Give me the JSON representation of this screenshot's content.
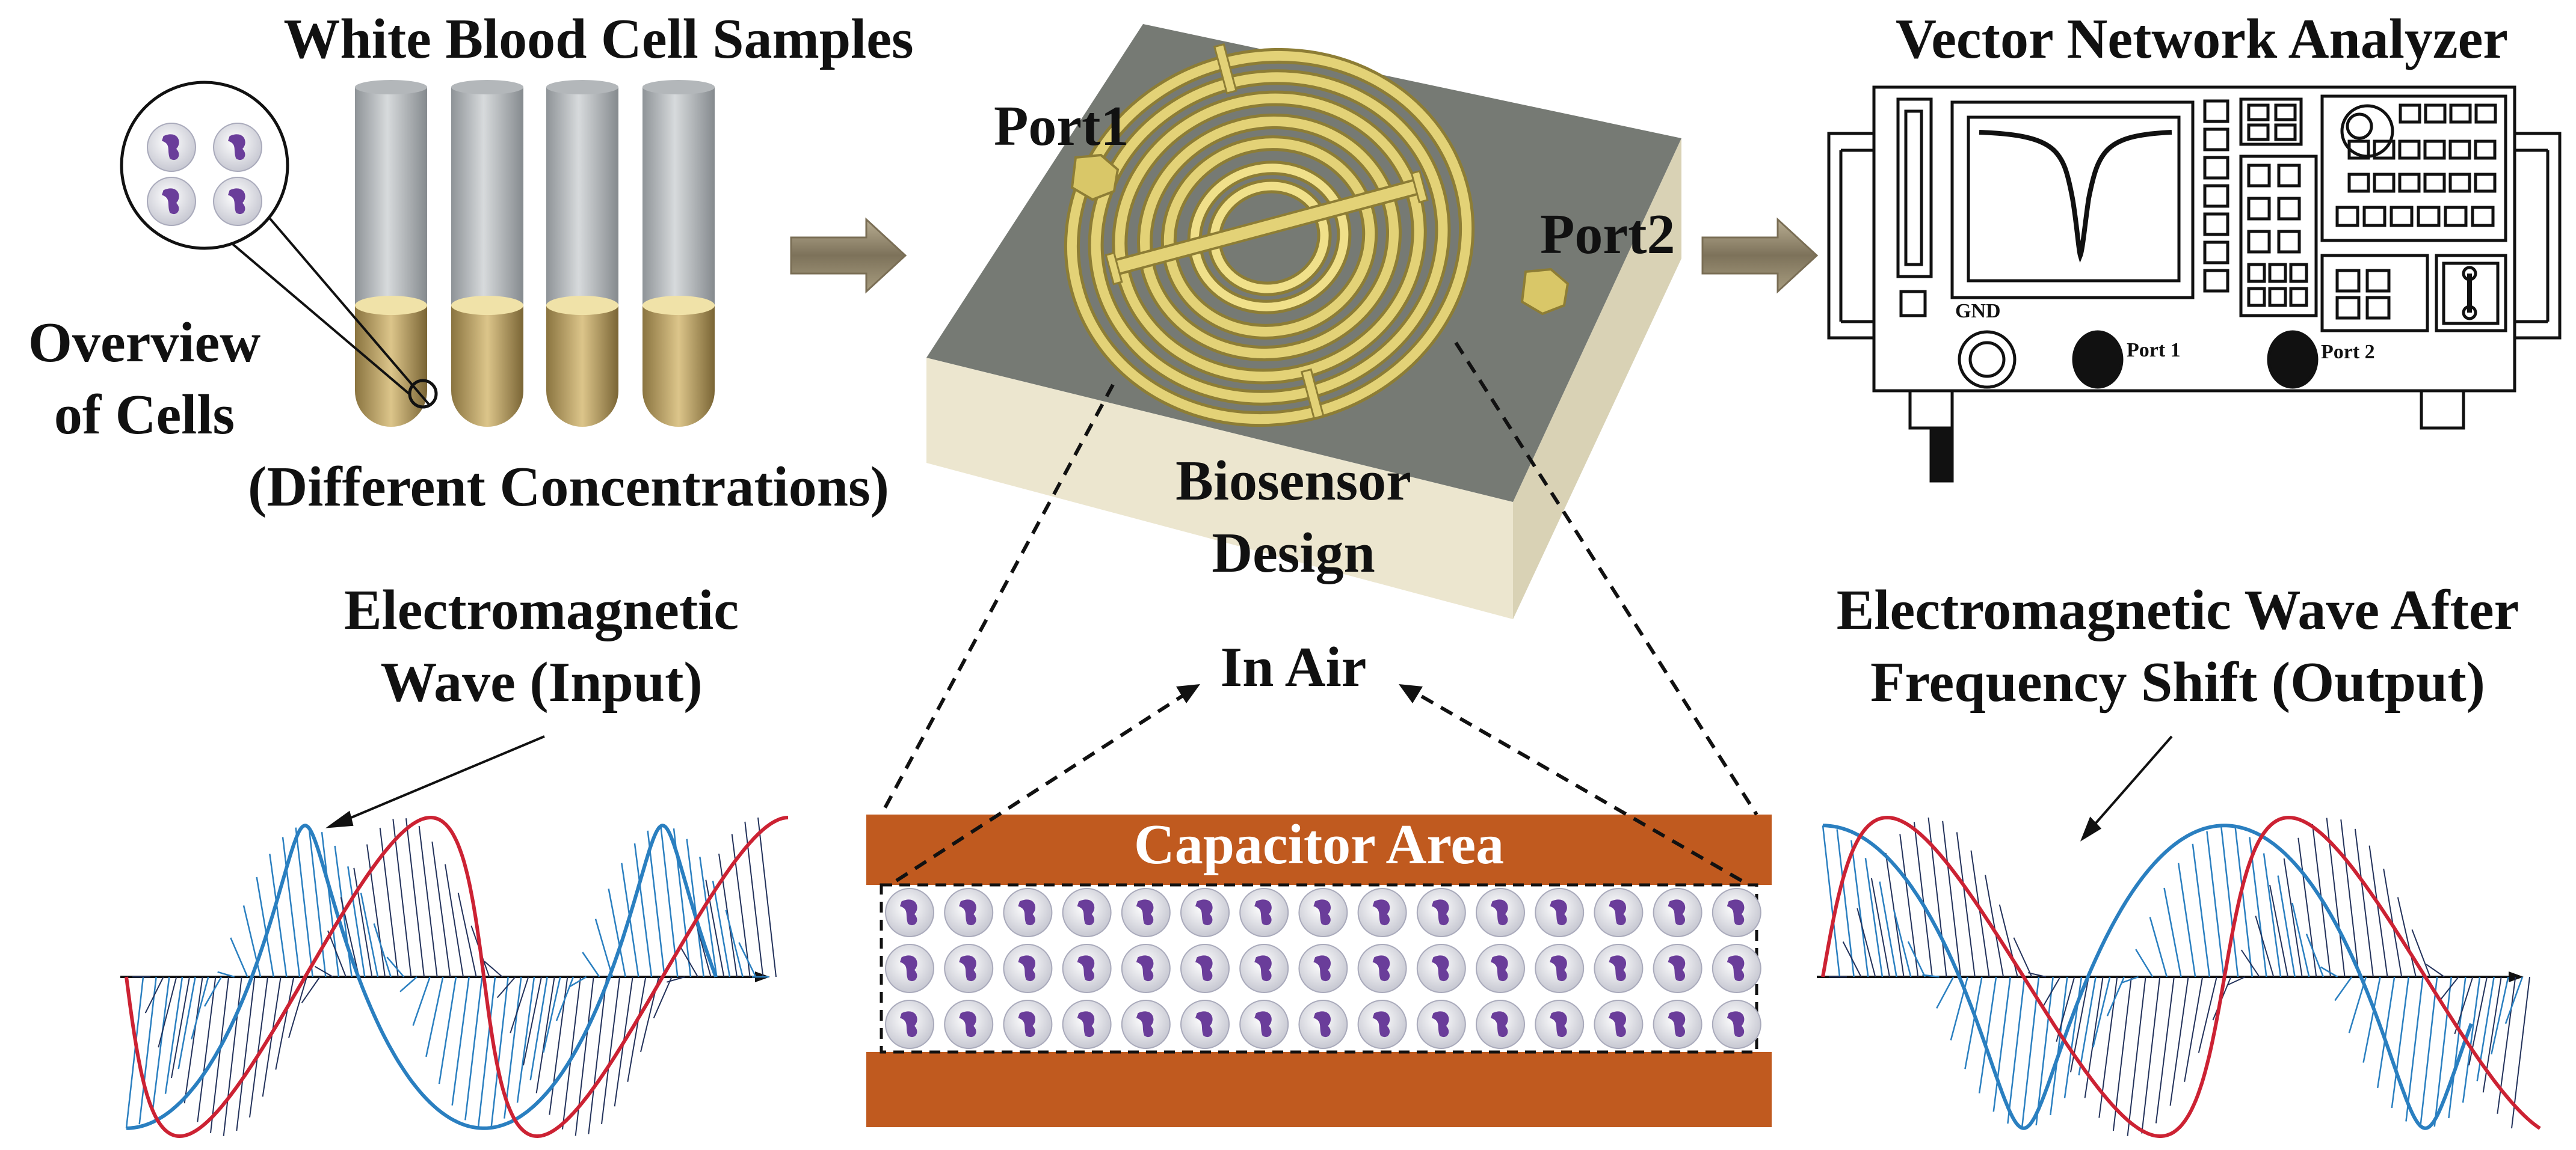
{
  "samples": {
    "title": "White Blood Cell Samples",
    "overview_label_line1": "Overview",
    "overview_label_line2": "of Cells",
    "concentration_label": "(Different Concentrations)"
  },
  "biosensor": {
    "port1": "Port1",
    "port2": "Port2",
    "label_line1": "Biosensor",
    "label_line2": "Design"
  },
  "vna": {
    "title": "Vector Network Analyzer",
    "gnd": "GND",
    "port1": "Port 1",
    "port2": "Port 2"
  },
  "input_wave": {
    "label_line1": "Electromagnetic",
    "label_line2": "Wave (Input)"
  },
  "output_wave": {
    "label_line1": "Electromagnetic Wave After",
    "label_line2": "Frequency Shift (Output)"
  },
  "capacitor": {
    "title": "Capacitor Area",
    "in_air": "In Air",
    "cell_rows": 3,
    "cell_cols": 15
  },
  "colors": {
    "wave_red": "#cc2233",
    "wave_blue": "#2a7fc0",
    "capacitor": "#c05a1f",
    "gold": "#d8c56a",
    "substrate_top": "#727670",
    "arrow": "#8a7f66",
    "cell_nucleus": "#6a3d9a"
  }
}
